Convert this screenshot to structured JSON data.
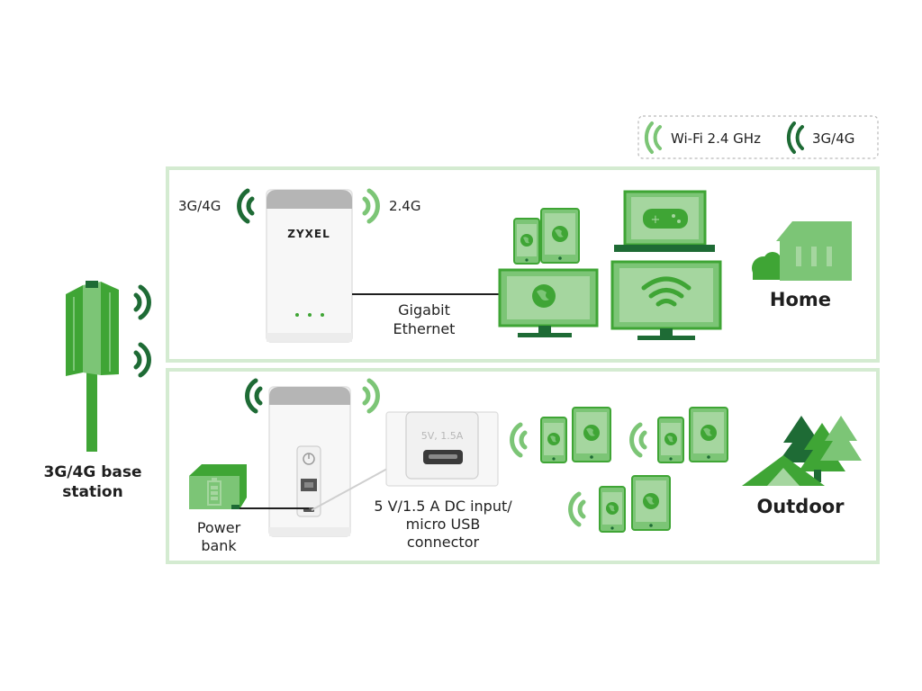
{
  "legend": {
    "wifi_label": "Wi-Fi 2.4 GHz",
    "cellular_label": "3G/4G"
  },
  "home": {
    "cellular_label": "3G/4G",
    "wifi_label": "2.4G",
    "brand": "ZYXEL",
    "ethernet_line1": "Gigabit",
    "ethernet_line2": "Ethernet",
    "title": "Home"
  },
  "outdoor": {
    "powerbank_line1": "Power",
    "powerbank_line2": "bank",
    "port_text": "5V, 1.5A",
    "dc_line1": "5 V/1.5 A DC input/",
    "dc_line2": "micro USB",
    "dc_line3": "connector",
    "title": "Outdoor"
  },
  "base_station": {
    "line1": "3G/4G base",
    "line2": "station"
  },
  "colors": {
    "dark_green": "#1e6b35",
    "green": "#3fa535",
    "light_green": "#7cc576",
    "pale_green": "#a5d69f",
    "panel_border": "#d4ebd1",
    "router_grey": "#b5b5b5"
  },
  "icons": [
    "wifi-signal-icon",
    "cellular-signal-icon",
    "router-icon",
    "tablet-icon",
    "phone-icon",
    "laptop-icon",
    "monitor-icon",
    "house-icon",
    "tree-icon",
    "tent-icon",
    "power-bank-icon",
    "cell-tower-icon"
  ]
}
